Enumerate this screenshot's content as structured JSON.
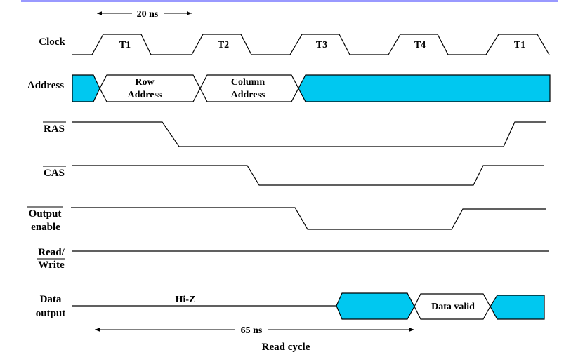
{
  "colors": {
    "top_rule": "#3333ff",
    "bus_fill": "#00c8f0",
    "line": "#000000"
  },
  "clock": {
    "label": "Clock",
    "states": [
      "T1",
      "T2",
      "T3",
      "T4",
      "T1"
    ]
  },
  "address": {
    "label": "Address",
    "row_line1": "Row",
    "row_line2": "Address",
    "col_line1": "Column",
    "col_line2": "Address"
  },
  "ras": {
    "label": "RAS"
  },
  "cas": {
    "label": "CAS"
  },
  "oe": {
    "line1": "Output",
    "line2": "enable"
  },
  "rw": {
    "line1": "Read/",
    "line2": "Write"
  },
  "data": {
    "line1": "Data",
    "line2": "output",
    "hiz": "Hi-Z",
    "valid": "Data valid"
  },
  "period": {
    "label": "20 ns"
  },
  "cycle": {
    "label": "65 ns",
    "caption": "Read cycle"
  }
}
